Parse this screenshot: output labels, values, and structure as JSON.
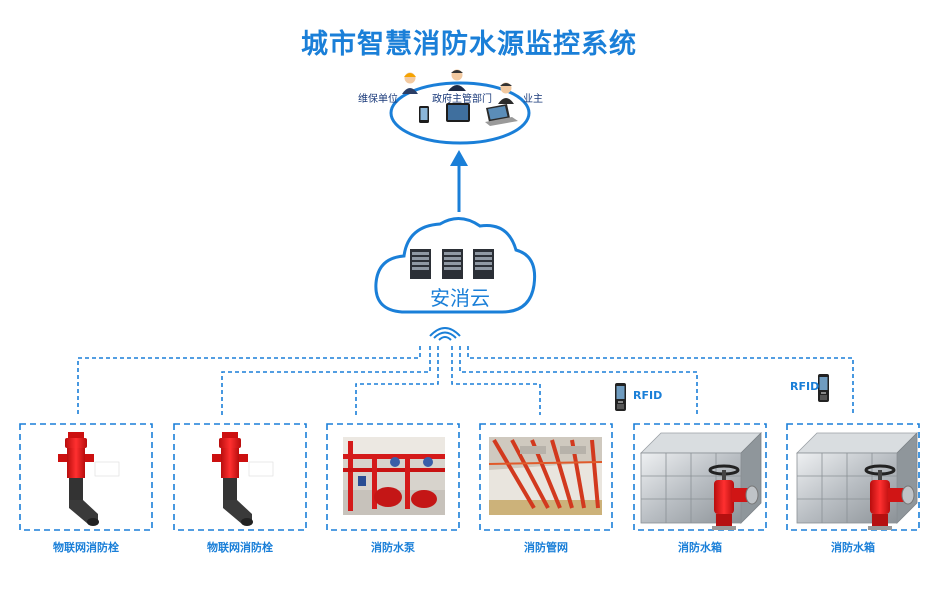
{
  "title": "城市智慧消防水源监控系统",
  "monitor": {
    "left_label": "维保单位",
    "center_label": "政府主管部门",
    "right_label": "业主"
  },
  "cloud": {
    "label": "安消云"
  },
  "rfid_label": "RFID",
  "devices": [
    {
      "label": "物联网消防栓",
      "icon": "fire-hydrant"
    },
    {
      "label": "物联网消防栓",
      "icon": "fire-hydrant"
    },
    {
      "label": "消防水泵",
      "icon": "water-pump"
    },
    {
      "label": "消防管网",
      "icon": "pipe-network"
    },
    {
      "label": "消防水箱",
      "icon": "water-tank"
    },
    {
      "label": "消防水箱",
      "icon": "water-tank"
    }
  ],
  "colors": {
    "accent": "#1a7fd8",
    "hydrant": "#e41b1b"
  }
}
